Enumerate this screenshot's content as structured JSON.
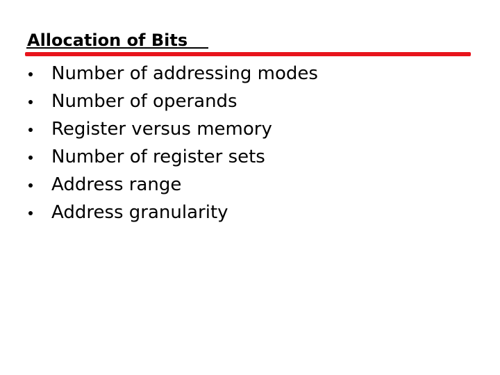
{
  "slide": {
    "title": "Allocation of Bits",
    "accent_color": "#e8141c",
    "bullets": [
      "Number of addressing modes",
      "Number of operands",
      "Register versus memory",
      "Number of register sets",
      "Address range",
      "Address granularity"
    ]
  }
}
